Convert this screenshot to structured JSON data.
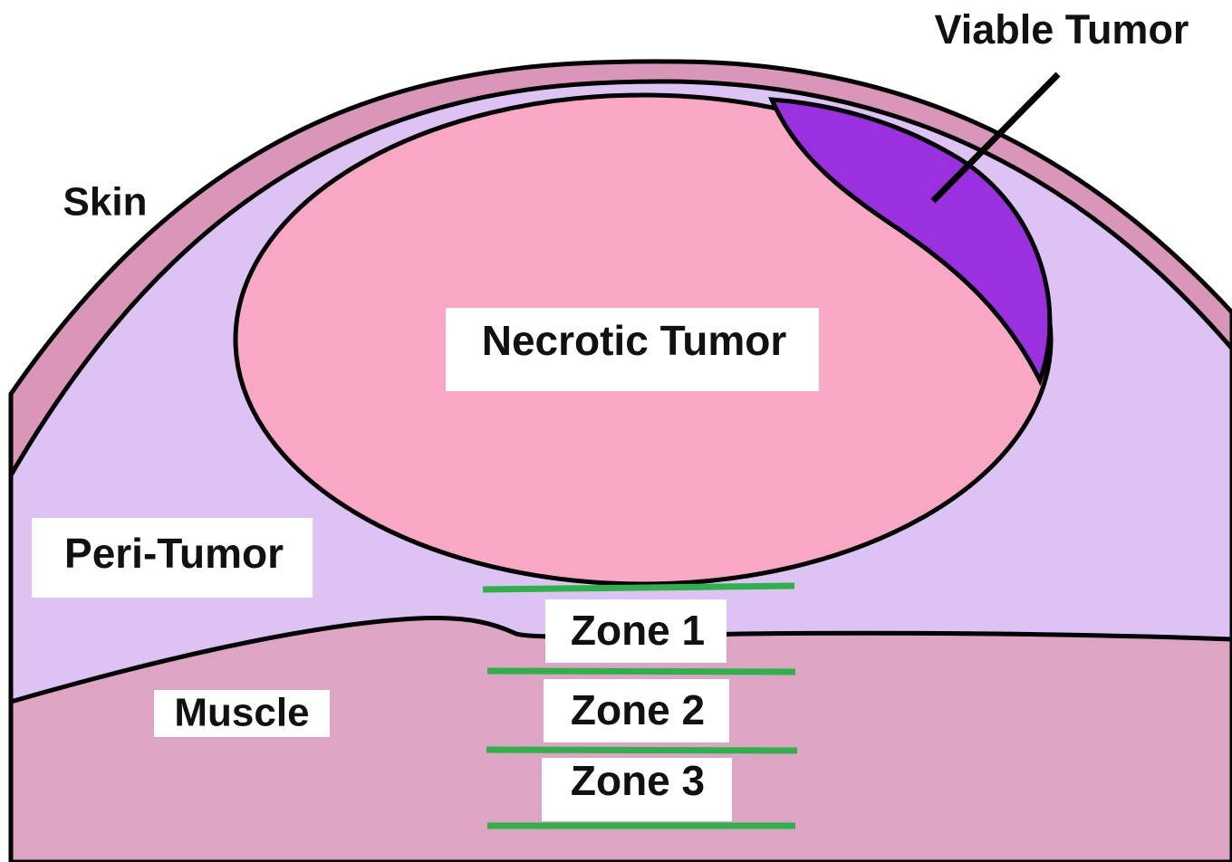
{
  "labels": {
    "viable_tumor": "Viable Tumor",
    "skin": "Skin",
    "necrotic_tumor": "Necrotic Tumor",
    "peri_tumor": "Peri-Tumor",
    "muscle": "Muscle",
    "zone_1": "Zone 1",
    "zone_2": "Zone 2",
    "zone_3": "Zone 3"
  },
  "colors": {
    "background": "#ffffff",
    "skin": "#d996b9",
    "peri_tumor": "#dcc3f4",
    "muscle": "#dda4c3",
    "necrotic_tumor": "#f8a8c5",
    "viable_tumor": "#9b30e0",
    "zone_line": "#2eb04a",
    "outline": "#000000",
    "label_box": "#ffffff"
  }
}
